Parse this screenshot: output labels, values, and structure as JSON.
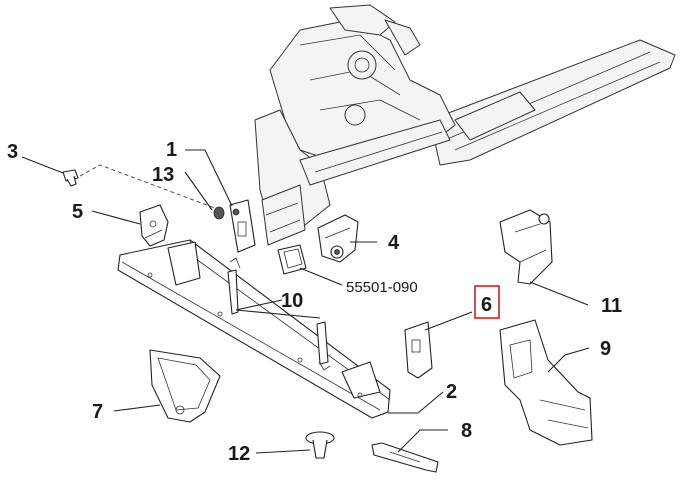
{
  "callouts": {
    "c1": "1",
    "c2": "2",
    "c3": "3",
    "c4": "4",
    "c5": "5",
    "c6": "6",
    "c7": "7",
    "c8": "8",
    "c9": "9",
    "c10": "10",
    "c11": "11",
    "c12": "12",
    "c13": "13",
    "partno": "55501-090"
  },
  "highlight_callout": "6",
  "colors": {
    "line": "#222222",
    "highlight": "#d11f1f",
    "background": "#ffffff"
  }
}
